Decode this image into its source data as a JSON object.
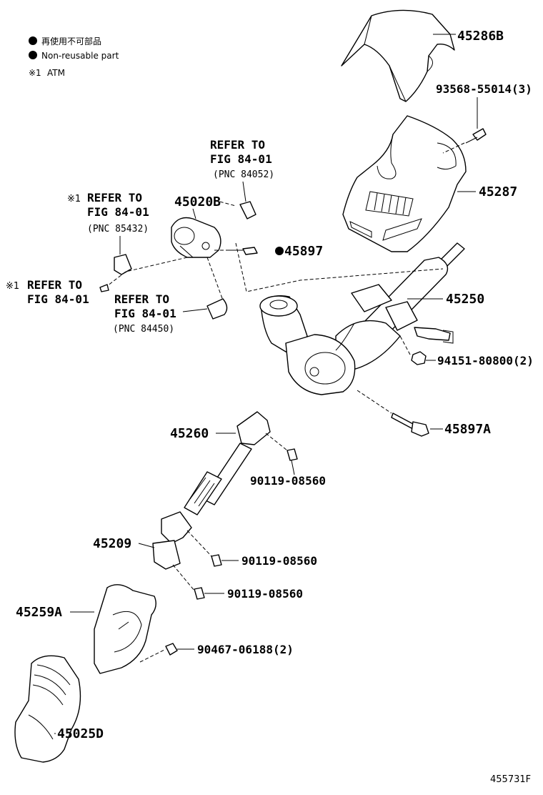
{
  "legend": {
    "non_reusable_jp": "再使用不可部品",
    "non_reusable_en": "Non-reusable part",
    "note_symbol": "※1",
    "note_text": "ATM"
  },
  "parts": {
    "p45286B": "45286B",
    "p93568": "93568-55014(3)",
    "p45287": "45287",
    "p45020B": "45020B",
    "p45897": "45897",
    "p45250": "45250",
    "p94151": "94151-80800(2)",
    "p45897A": "45897A",
    "p45260": "45260",
    "p90119a": "90119-08560",
    "p45209": "45209",
    "p90119b": "90119-08560",
    "p90119c": "90119-08560",
    "p45259A": "45259A",
    "p90467": "90467-06188(2)",
    "p45025D": "45025D"
  },
  "refs": {
    "ref_a": {
      "line1": "REFER TO",
      "line2": "FIG 84-01",
      "pnc": "(PNC 84052)"
    },
    "ref_b": {
      "mark": "※1",
      "line1": "REFER TO",
      "line2": "FIG 84-01",
      "pnc": "(PNC 85432)"
    },
    "ref_c": {
      "mark": "※1",
      "line1": "REFER TO",
      "line2": "FIG 84-01"
    },
    "ref_d": {
      "line1": "REFER TO",
      "line2": "FIG 84-01",
      "pnc": "(PNC 84450)"
    }
  },
  "figure_number": "455731F"
}
